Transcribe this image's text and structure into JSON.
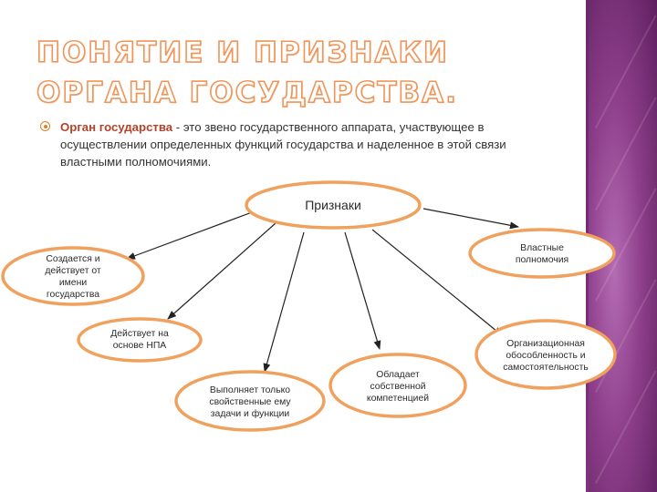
{
  "slide": {
    "title": "ПОНЯТИЕ И ПРИЗНАКИ ОРГАНА ГОСУДАРСТВА.",
    "definition": {
      "term": "Орган государства",
      "text": " - это звено государственного аппарата, участвующее в осуществлении определенных функций государства и наделенное в этой связи властными полномочиями."
    }
  },
  "diagram": {
    "center": "Признаки",
    "nodes": [
      {
        "id": "n1",
        "label": "Создается и действует от имени государства"
      },
      {
        "id": "n2",
        "label": "Действует на основе НПА"
      },
      {
        "id": "n3",
        "label": "Выполняет только свойственные ему задачи и функции"
      },
      {
        "id": "n4",
        "label": "Обладает собственной компетенцией"
      },
      {
        "id": "n5",
        "label": "Организационная обособленность и самостоятельность"
      },
      {
        "id": "n6",
        "label": "Властные полномочия"
      }
    ]
  },
  "colors": {
    "ellipse_stroke": "#f0a15e",
    "title_outline": "#f0955a",
    "term": "#b2432b",
    "arrow": "#222222",
    "side_panel": "#8e3f8b"
  }
}
